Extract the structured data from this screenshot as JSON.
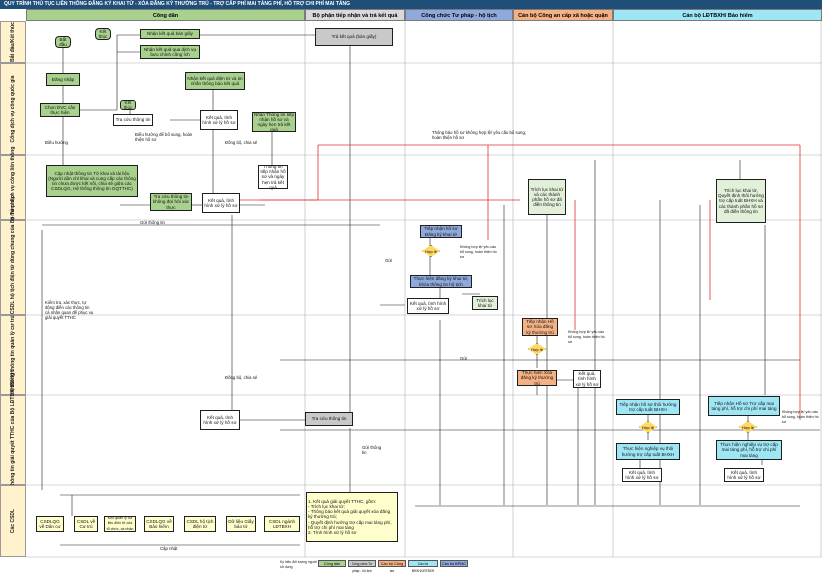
{
  "title": "QUY TRÌNH THỦ TỤC LIÊN THÔNG ĐĂNG KÝ KHAI TỬ - XÓA ĐĂNG KÝ THƯỜNG TRÚ - TRỢ CẤP PHÍ MAI TÁNG PHÍ, HỖ TRỢ CHI PHÍ MAI TÁNG",
  "lanes": [
    "Công dân",
    "Bộ phận tiếp nhận và trả kết quả",
    "Công chức Tư pháp - hộ tịch",
    "Cán bộ Công an cấp xã hoặc quận",
    "Cán bộ LĐTBXH/ Bảo hiểm"
  ],
  "rows": [
    "Bắt đầu/Kết thúc",
    "Cổng dịch vụ công quốc gia",
    "Phần mềm dịch vụ công liên thông",
    "Phần mềm CSDL hộ tịch điện tử dùng chung của Bộ Tư pháp",
    "Hệ thống thông tin quản lý cư trú",
    "Hệ thống thông tin giải quyết TTHC của Bộ LĐTBXH/BHXH",
    "Các CSDL"
  ],
  "nodes": {
    "start": "Bắt đầu",
    "end1": "Kết thúc",
    "end2": "Kết thúc",
    "receive_paper": "Nhận kết quả bản giấy",
    "receive_post": "Nhận kết quả qua dịch vụ bưu chính công ích",
    "return_paper": "Trả kết quả (bản giấy)",
    "login": "Đăng nhập",
    "choose_dvc": "Chọn DVC cần thực hiện",
    "lookup1": "Tra cứu thông tin",
    "receive_e": "Nhận kết quả điện tử và tin nhắn thông báo kết quả",
    "result_status1": "Kết quả, tình hình xử lý hồ sơ",
    "receive_info": "Nhận Thông tin tiếp nhận hồ sơ và ngày hẹn trả kết quả",
    "update_info": "Cập nhật thông tin Tờ khai và tài liệu (Người dân chỉ khai và cung cấp các thông tin chưa được kết nối, chia sẻ giữa các CSDLQG, Hệ thống thông tin GQTTHC)",
    "lookup_wait": "Tra cứu thông tin không đợi hỏi xác thực",
    "result_status2": "Kết quả, tình hình xử lý hồ sơ",
    "receive_notice": "Thông tin tiếp nhận hồ sơ và ngày hẹn trả kết quả",
    "extract_justice": "Trích lục khai tử và các thành phần hồ sơ đã điền thông tin",
    "extract_labor": "Trích lục khai tử, Quyết định thôi hưởng trợ cấp tuất BHXH và các thành phần hồ sơ đã điền thông tin",
    "receive_death": "Tiếp nhận hồ sơ Đăng ký khai tử",
    "do_death": "Thực hiện đăng ký khai tử, khóa thông tin hộ tịch",
    "result_status3": "Kết quả, tình hình xử lý hồ sơ",
    "extract_death": "Trích lục khai tử",
    "receive_remove": "Tiếp nhận Hồ sơ Xóa đăng ký thường trú",
    "do_remove": "Thực hiện Xóa đăng ký thường trú",
    "result_status4": "Kết quả, tình hình xử lý hồ sơ",
    "result_status5": "Kết quả, tình hình xử lý hồ sơ",
    "lookup2": "Tra cứu thông tin",
    "receive_stop": "Tiếp nhận hồ sơ thôi hưởng trợ cấp tuất BHXH",
    "receive_funeral": "Tiếp nhận Hồ sơ Trợ cấp mai táng phí, hỗ trợ chi phí mai táng",
    "do_stop": "Thực hiện nghiệp vụ thôi hưởng trợ cấp tuất BHXH",
    "do_funeral": "Thực hiện nghiệp vụ trợ cấp mai táng phí, hỗ trợ chi phí mai táng",
    "result_status6": "Kết quả, tình hình xử lý hồ sơ",
    "result_status7": "Kết quả, tình hình xử lý hồ sơ",
    "final_result": "1. Kết quả giải quyết TTHC, gồm:\n- Trích lục khai tử;\n- Thông báo kết quả giải quyết xóa đăng ký thường trú;\n- Quyết định hưởng trợ cấp mai táng phí, hỗ trợ chi phí mai táng\n2. Tình hình xử lý hồ sơ"
  },
  "databases": [
    "CSDLQG về Dân cư",
    "CSDL về Cư trú",
    "Kho quản lý dữ liệu điện tử của tổ chức, cá nhân",
    "CSDLQG về Bảo hiểm",
    "CSDL hộ tịch điện tử",
    "Dữ liệu Giấy báo tử",
    "CSDL ngành LĐTBXH"
  ],
  "diamonds": [
    "Hợp lệ",
    "Hợp lệ",
    "Hợp lệ",
    "Hợp lệ"
  ],
  "labels": {
    "dieu_huong": "Điều hướng",
    "dieu_huong_bosung": "Điều hướng để bổ sung, hoàn thiện hồ sơ",
    "dong_bo": "Đồng bộ, chia sẻ",
    "dong_bo2": "Đồng bộ, chia sẻ",
    "gui_thong_tin": "Gửi thông tin",
    "gui": "Gửi",
    "gui2": "Gửi",
    "kiem_tra": "Kiểm tra, xác thực, tự động điền các thông tin cá nhân quan đế phục vụ giải quyết TTHC",
    "thong_bao_bosung": "Thông báo hồ sơ không hợp lệ/ yêu cầu bổ sung, hoàn thiện hồ sơ",
    "khong_hop_le": "Không hợp lệ/ yêu cầu bổ sung, hoàn thiện hồ sơ",
    "hop_le": "Hợp lệ",
    "cap_nhat": "Cập nhật",
    "gui_thong_tin_v": "Gửi thông tin"
  },
  "legend": [
    "Ký hiệu đối tượng người sử dụng",
    "Công dân",
    "Công chức Tư pháp - hộ tịch",
    "Cán bộ Công an",
    "Cán bộ BHXH/LĐTBXH",
    "Cán bộ BPMC"
  ]
}
